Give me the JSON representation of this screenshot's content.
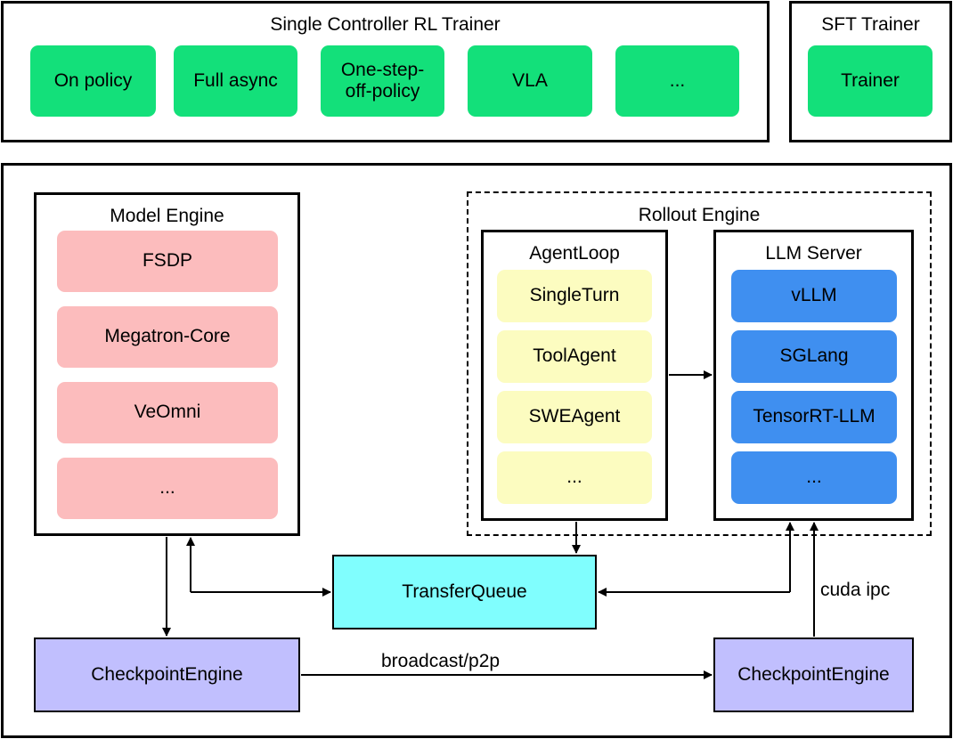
{
  "rl_trainer": {
    "title": "Single Controller RL Trainer",
    "modes": [
      "On policy",
      "Full async",
      "One-step-off-policy",
      "VLA",
      "..."
    ]
  },
  "sft_trainer": {
    "title": "SFT Trainer",
    "item": "Trainer"
  },
  "model_engine": {
    "title": "Model Engine",
    "backends": [
      "FSDP",
      "Megatron-Core",
      "VeOmni",
      "..."
    ]
  },
  "rollout_engine": {
    "title": "Rollout Engine",
    "agent_loop": {
      "title": "AgentLoop",
      "items": [
        "SingleTurn",
        "ToolAgent",
        "SWEAgent",
        "..."
      ]
    },
    "llm_server": {
      "title": "LLM Server",
      "items": [
        "vLLM",
        "SGLang",
        "TensorRT-LLM",
        "..."
      ]
    }
  },
  "transfer_queue": {
    "label": "TransferQueue"
  },
  "checkpoint_left": {
    "label": "CheckpointEngine"
  },
  "checkpoint_right": {
    "label": "CheckpointEngine"
  },
  "edges": {
    "broadcast": "broadcast/p2p",
    "cuda_ipc": "cuda ipc"
  },
  "colors": {
    "trainer_mode": "#13e07a",
    "model_backend": "#fcbcbd",
    "agent_item": "#fcfcc0",
    "llm_item": "#3f8ff0",
    "transfer_queue": "#80fefe",
    "checkpoint": "#c1bffe"
  }
}
